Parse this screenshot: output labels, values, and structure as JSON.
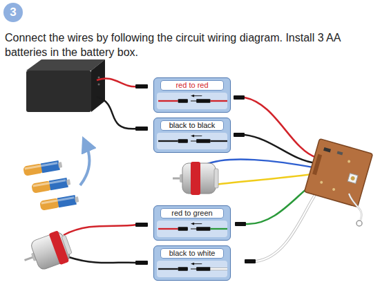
{
  "diagram": {
    "title": "Connect the wires by following the circuit wiring diagram. Install 3 AA batteries in the battery box.",
    "nodes": [
      {
        "text": [
          "3"
        ]
      },
      {
        "text": [
          "red to red"
        ]
      },
      {
        "text": [
          "black to black"
        ]
      },
      {
        "text": [
          "red to green"
        ]
      },
      {
        "text": [
          "black to white"
        ]
      }
    ]
  }
}
